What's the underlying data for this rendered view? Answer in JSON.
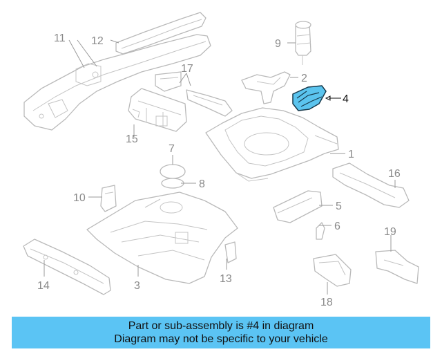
{
  "highlight_color": "#5bc4ee",
  "banner_color": "#5bc4f4",
  "callouts": {
    "c1": "1",
    "c2": "2",
    "c3": "3",
    "c4": "4",
    "c5": "5",
    "c6": "6",
    "c7": "7",
    "c8": "8",
    "c9": "9",
    "c10": "10",
    "c11": "11",
    "c12": "12",
    "c13": "13",
    "c14": "14",
    "c15": "15",
    "c16": "16",
    "c17": "17",
    "c18": "18",
    "c19": "19"
  },
  "highlighted_part": "4",
  "banner": {
    "line1": "Part or sub-assembly is #4 in diagram",
    "line2": "Diagram may not be specific to your vehicle"
  }
}
